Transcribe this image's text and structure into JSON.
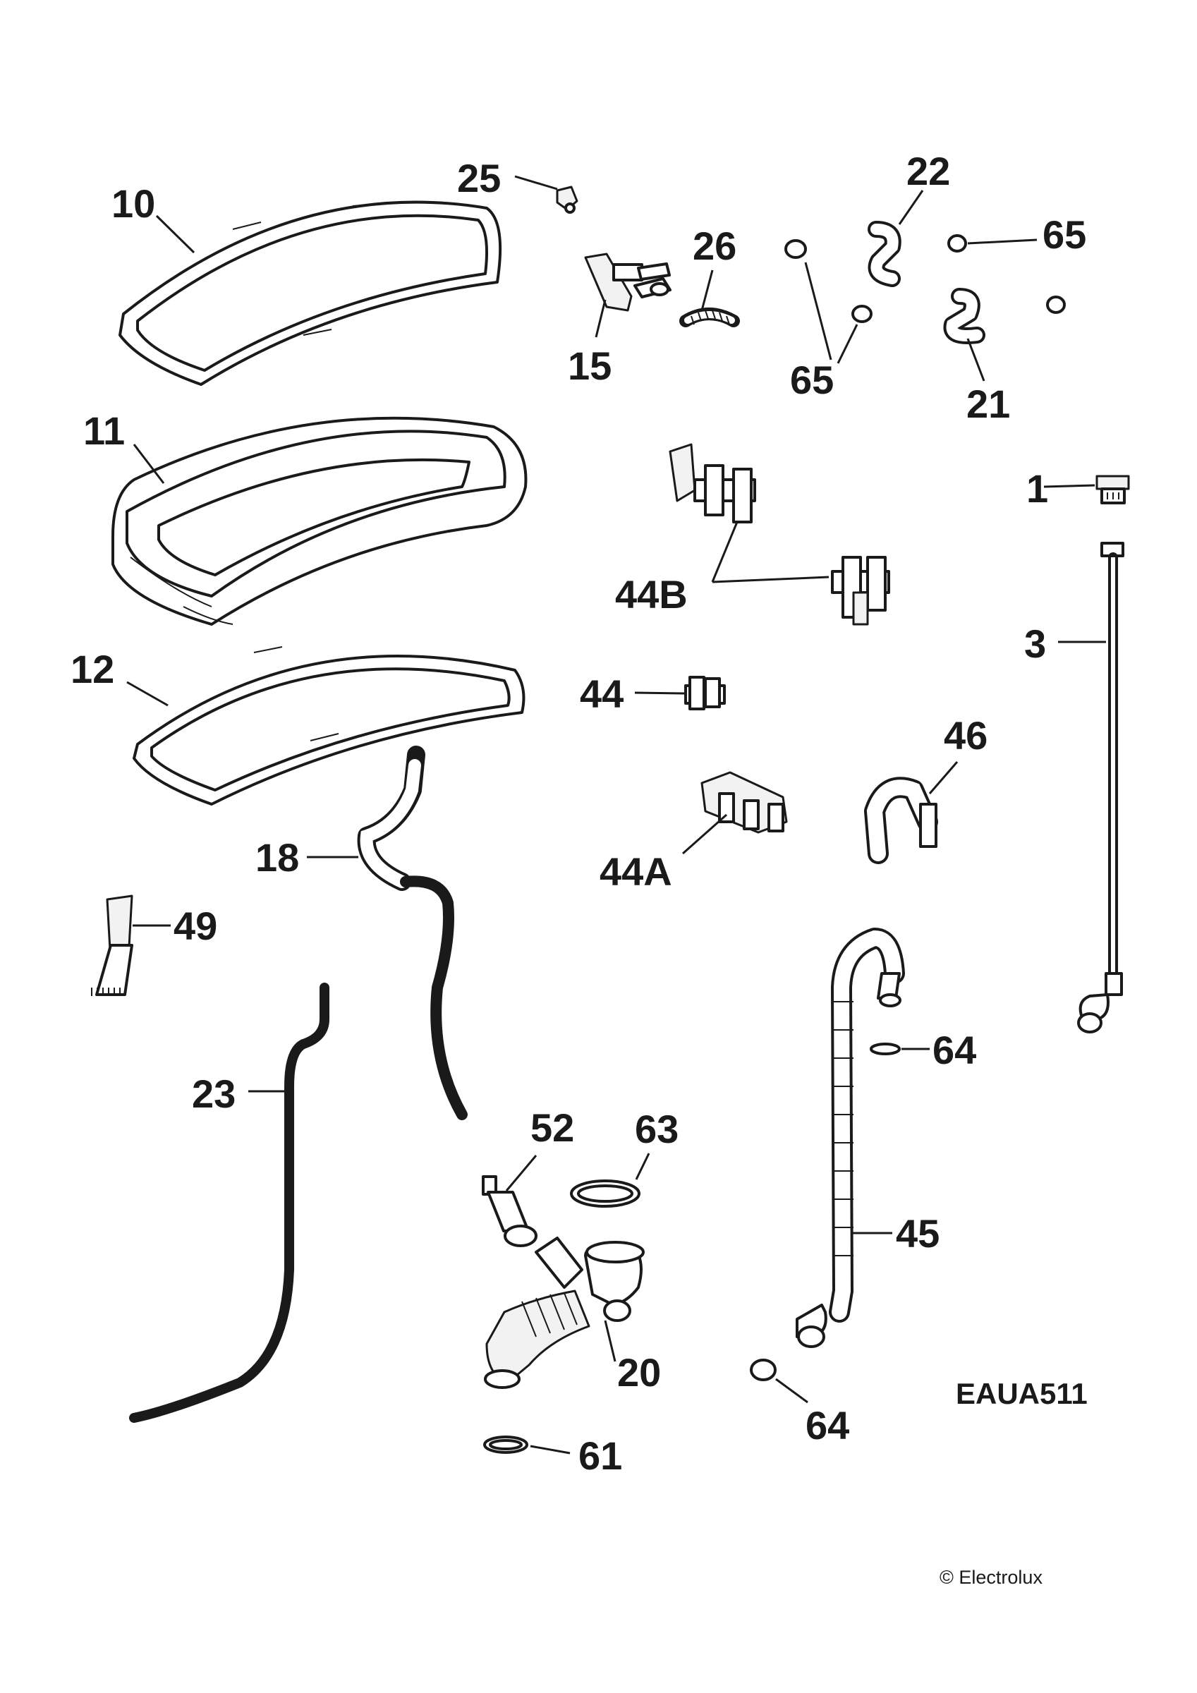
{
  "diagram": {
    "labels": {
      "p10": "10",
      "p11": "11",
      "p12": "12",
      "p25": "25",
      "p15": "15",
      "p26": "26",
      "p22": "22",
      "p65a": "65",
      "p65b": "65",
      "p21": "21",
      "p1": "1",
      "p3": "3",
      "p44b": "44B",
      "p44": "44",
      "p46": "46",
      "p44a": "44A",
      "p18": "18",
      "p49": "49",
      "p23": "23",
      "p64a": "64",
      "p52": "52",
      "p63": "63",
      "p45": "45",
      "p20": "20",
      "p64b": "64",
      "p61": "61"
    },
    "code": "EAUA511",
    "copyright": "© Electrolux"
  }
}
